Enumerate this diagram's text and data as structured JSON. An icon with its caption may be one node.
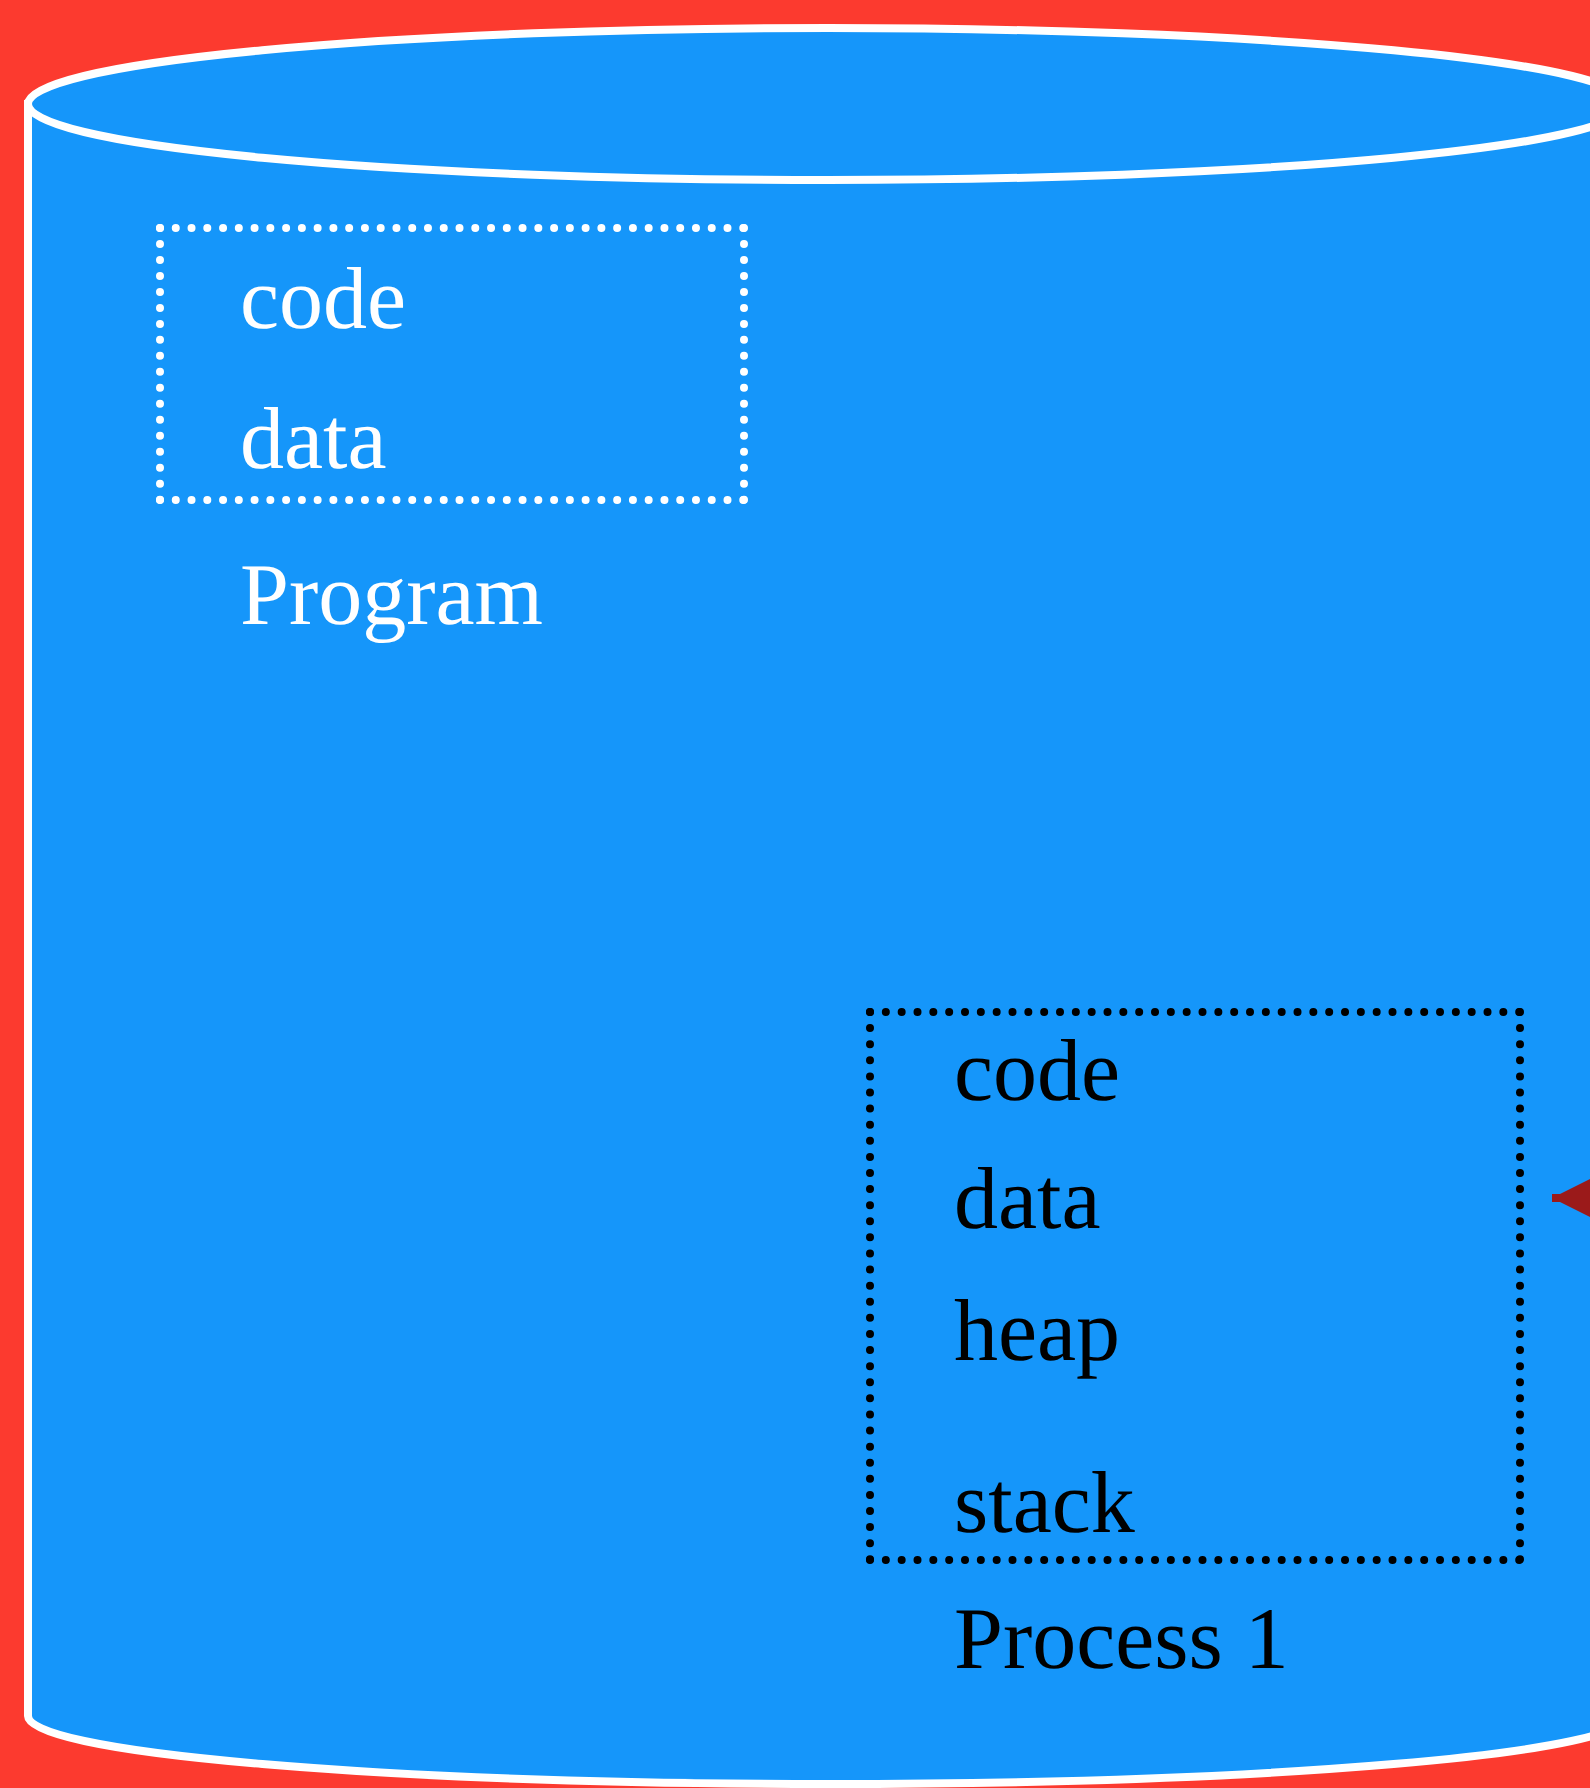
{
  "diagram": {
    "nodes": [
      {
        "text": [],
        "shape": "cylinder"
      },
      {
        "text": [
          "code",
          "data",
          "Program"
        ],
        "in": 0
      },
      {
        "text": [
          "code",
          "data",
          "heap",
          "stack",
          "Process 1"
        ],
        "in": 0
      }
    ],
    "edges": [
      {
        "from": null,
        "to": 2,
        "arrow": "to",
        "color": "#9b1a1a"
      }
    ]
  }
}
